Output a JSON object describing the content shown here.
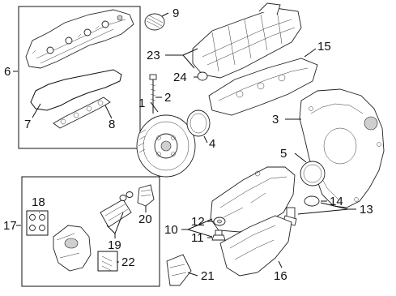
{
  "callouts": [
    {
      "id": "c1",
      "label": "1"
    },
    {
      "id": "c2",
      "label": "2"
    },
    {
      "id": "c3",
      "label": "3"
    },
    {
      "id": "c4",
      "label": "4"
    },
    {
      "id": "c5",
      "label": "5"
    },
    {
      "id": "c6",
      "label": "6"
    },
    {
      "id": "c7",
      "label": "7"
    },
    {
      "id": "c8",
      "label": "8"
    },
    {
      "id": "c9",
      "label": "9"
    },
    {
      "id": "c10",
      "label": "10"
    },
    {
      "id": "c11",
      "label": "11"
    },
    {
      "id": "c12",
      "label": "12"
    },
    {
      "id": "c13",
      "label": "13"
    },
    {
      "id": "c14",
      "label": "14"
    },
    {
      "id": "c15",
      "label": "15"
    },
    {
      "id": "c16",
      "label": "16"
    },
    {
      "id": "c17",
      "label": "17"
    },
    {
      "id": "c18",
      "label": "18"
    },
    {
      "id": "c19",
      "label": "19"
    },
    {
      "id": "c20",
      "label": "20"
    },
    {
      "id": "c21",
      "label": "21"
    },
    {
      "id": "c22",
      "label": "22"
    },
    {
      "id": "c23",
      "label": "23"
    },
    {
      "id": "c24",
      "label": "24"
    }
  ]
}
